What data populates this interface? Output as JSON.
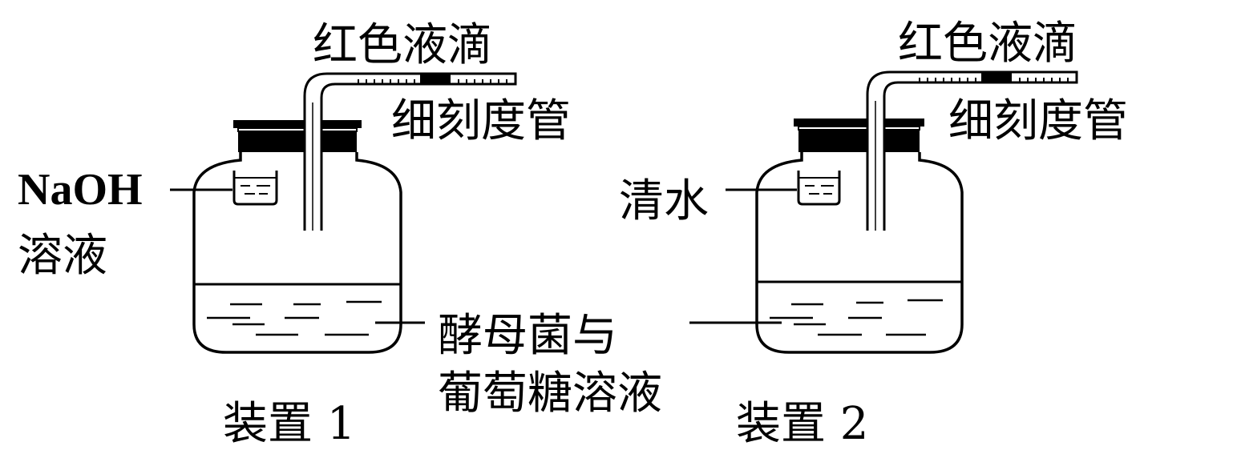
{
  "apparatus": [
    {
      "caption": "装置 1",
      "droplet_label": "红色液滴",
      "tube_label": "细刻度管",
      "cup_label_line1": "NaOH",
      "cup_label_line2": "溶液"
    },
    {
      "caption": "装置 2",
      "droplet_label": "红色液滴",
      "tube_label": "细刻度管",
      "cup_label_line1": "清水",
      "cup_label_line2": ""
    }
  ],
  "shared_label_line1": "酵母菌与",
  "shared_label_line2": "葡萄糖溶液"
}
